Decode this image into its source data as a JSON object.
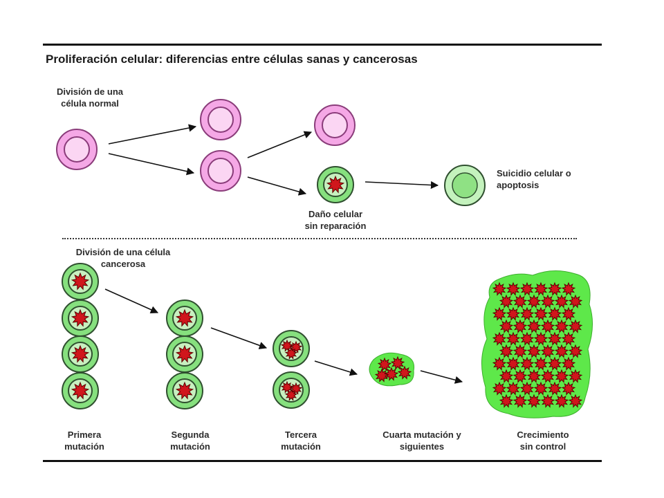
{
  "title": "Proliferación celular: diferencias entre células sanas y cancerosas",
  "top": {
    "start_label": "División de una\ncélula normal",
    "damage_label": "Daño celular\nsin reparación",
    "apoptosis_label": "Suicidio celular o\napoptosis"
  },
  "bottom": {
    "start_label": "División de una célula\ncancerosa",
    "stages": [
      {
        "label": "Primera\nmutación"
      },
      {
        "label": "Segunda\nmutación"
      },
      {
        "label": "Tercera\nmutación"
      },
      {
        "label": "Cuarta mutación y\nsiguientes"
      },
      {
        "label": "Crecimiento\nsin control"
      }
    ]
  },
  "colors": {
    "healthy_outer": "#f5a8e6",
    "healthy_inner": "#fbd6f3",
    "healthy_stroke": "#8a3c7a",
    "damaged_outer": "#86e07e",
    "damaged_inner": "#c8f0c0",
    "cell_stroke": "#2f4f2f",
    "nucleus": "#d0161c",
    "tumor_green": "#5ee84a",
    "apoptosis_outer": "#c4f2bd",
    "apoptosis_inner": "#8fe184"
  }
}
